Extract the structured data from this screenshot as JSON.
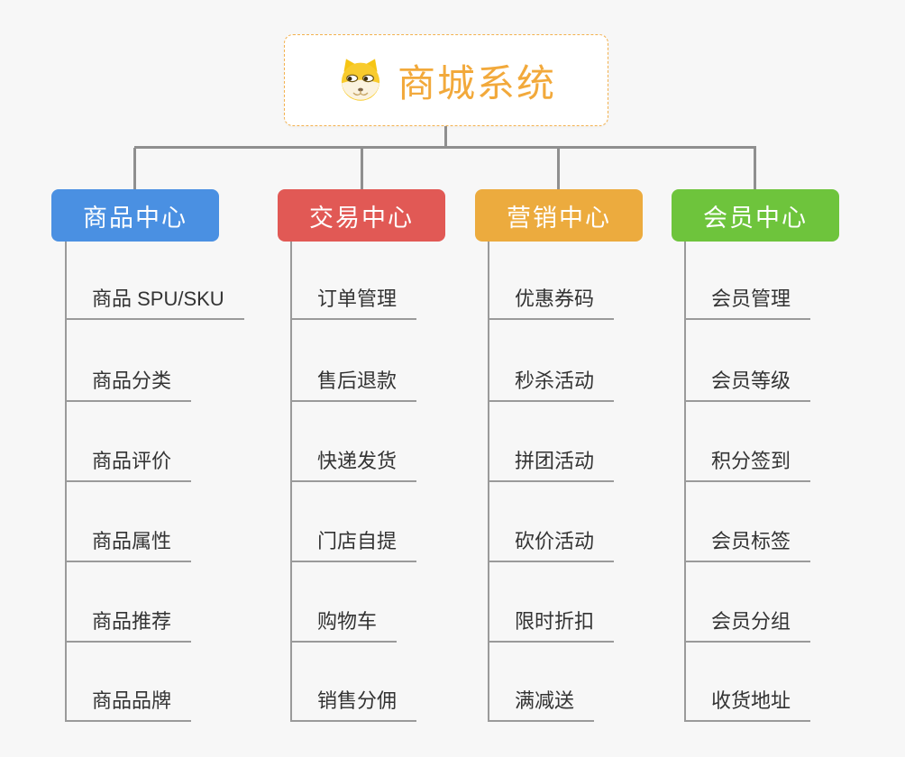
{
  "root": {
    "title": "商城系统",
    "icon": "doge-icon"
  },
  "branches": [
    {
      "label": "商品中心",
      "color": "#4a90e2",
      "items": [
        "商品 SPU/SKU",
        "商品分类",
        "商品评价",
        "商品属性",
        "商品推荐",
        "商品品牌"
      ]
    },
    {
      "label": "交易中心",
      "color": "#e15955",
      "items": [
        "订单管理",
        "售后退款",
        "快递发货",
        "门店自提",
        "购物车",
        "销售分佣"
      ]
    },
    {
      "label": "营销中心",
      "color": "#ecab3e",
      "items": [
        "优惠券码",
        "秒杀活动",
        "拼团活动",
        "砍价活动",
        "限时折扣",
        "满减送"
      ]
    },
    {
      "label": "会员中心",
      "color": "#6ec43c",
      "items": [
        "会员管理",
        "会员等级",
        "积分签到",
        "会员标签",
        "会员分组",
        "收货地址"
      ]
    }
  ],
  "colors": {
    "background": "#f7f7f7",
    "connector": "#8f8f8f",
    "leaf_line": "#9a9a9a",
    "leaf_text": "#333333",
    "root_border": "#f3b14e",
    "root_text": "#f2a93b"
  }
}
